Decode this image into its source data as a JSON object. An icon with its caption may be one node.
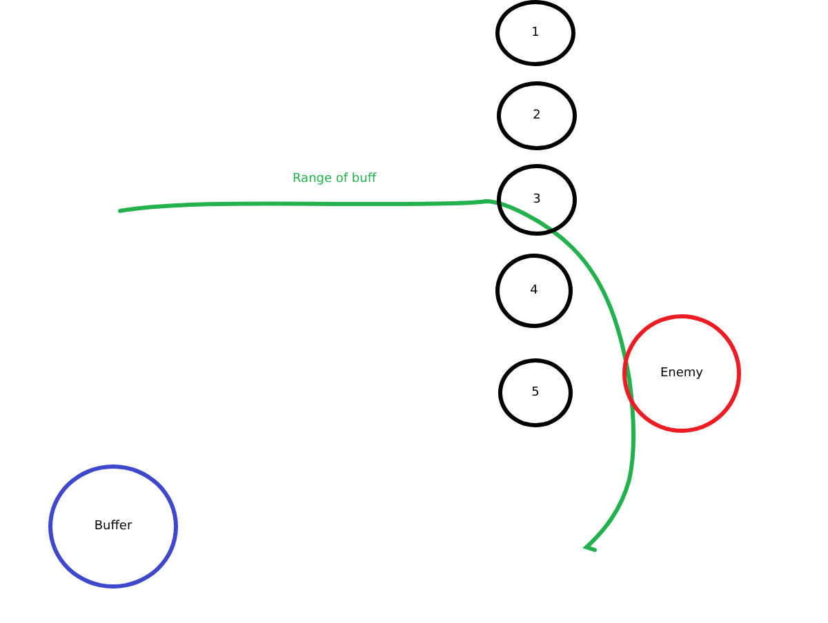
{
  "diagram": {
    "nodes": [
      {
        "text": [
          "1"
        ]
      },
      {
        "text": [
          "2"
        ]
      },
      {
        "text": [
          "3"
        ]
      },
      {
        "text": [
          "4"
        ]
      },
      {
        "text": [
          "5"
        ]
      },
      {
        "text": [
          "Enemy"
        ]
      },
      {
        "text": [
          "Buffer"
        ]
      }
    ],
    "labels": [
      "Range of buff"
    ]
  }
}
